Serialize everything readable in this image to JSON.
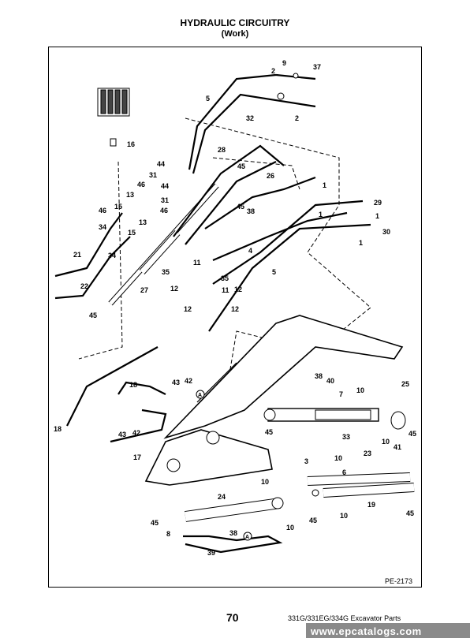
{
  "title": "HYDRAULIC CIRCUITRY",
  "subtitle": "(Work)",
  "drawing_ref": "PE-2173",
  "page_number": "70",
  "footer_text": "331G/331EG/334G Excavator Parts",
  "watermark": "www.epcatalogs.com",
  "callouts": {
    "c9": "9",
    "c37": "37",
    "c2a": "2",
    "c2b": "2",
    "c5a": "5",
    "c32": "32",
    "c16": "16",
    "c44a": "44",
    "c31a": "31",
    "c46a": "46",
    "c44b": "44",
    "c13a": "13",
    "c31b": "31",
    "c15a": "15",
    "c46b": "46",
    "c46c": "46",
    "c13b": "13",
    "c34a": "34",
    "c15b": "15",
    "c34b": "34",
    "c21": "21",
    "c22": "22",
    "c45a": "45",
    "c27": "27",
    "c28": "28",
    "c45b": "45",
    "c26": "26",
    "c45c": "45",
    "c38a": "38",
    "c4": "4",
    "c35a": "35",
    "c11a": "11",
    "c12a": "12",
    "c5b": "5",
    "c35b": "35",
    "c11b": "11",
    "c12b": "12",
    "c12c": "12",
    "c12d": "12",
    "c1a": "1",
    "c1b": "1",
    "c29": "29",
    "c1c": "1",
    "c30": "30",
    "c1d": "1",
    "c18a": "18",
    "c43a": "43",
    "c42a": "42",
    "cA1": "A",
    "c18b": "18",
    "c43b": "43",
    "c42b": "42",
    "c17": "17",
    "c38b": "38",
    "c40": "40",
    "c7": "7",
    "c10a": "10",
    "c25": "25",
    "c45d": "45",
    "c33": "33",
    "c10b": "10",
    "c41": "41",
    "c45e": "45",
    "c3": "3",
    "c10c": "10",
    "c23": "23",
    "c6": "6",
    "c45f": "45",
    "c19": "19",
    "c10d": "10",
    "c45g": "45",
    "c10e": "10",
    "c24": "24",
    "c45h": "45",
    "c10f": "10",
    "c8": "8",
    "c38c": "38",
    "cA2": "A",
    "c39": "39"
  }
}
